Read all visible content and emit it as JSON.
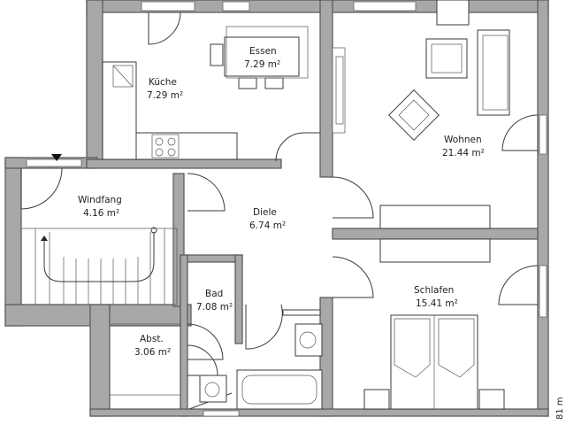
{
  "rooms": [
    {
      "name": "Küche",
      "area": "7.29 m²"
    },
    {
      "name": "Essen",
      "area": "7.29 m²"
    },
    {
      "name": "Wohnen",
      "area": "21.44 m²"
    },
    {
      "name": "Windfang",
      "area": "4.16 m²"
    },
    {
      "name": "Diele",
      "area": "6.74 m²"
    },
    {
      "name": "Schlafen",
      "area": "15.41 m²"
    },
    {
      "name": "Bad",
      "area": "7.08 m²"
    },
    {
      "name": "Abst.",
      "area": "3.06 m²"
    }
  ],
  "dimension_text": "81 m"
}
